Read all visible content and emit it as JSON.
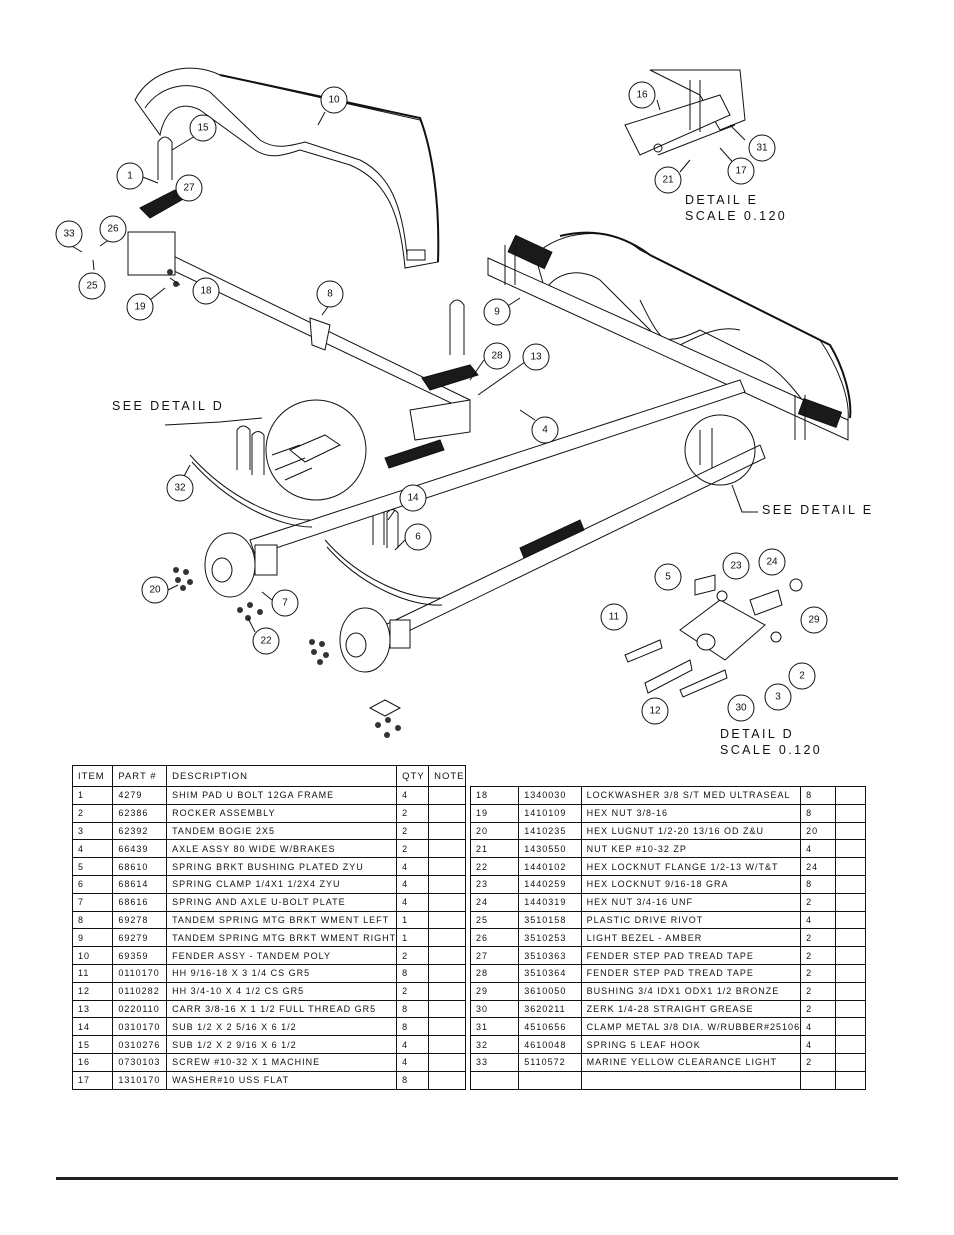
{
  "drawing": {
    "callouts": {
      "detail_d": "SEE DETAIL  D",
      "detail_e": "SEE DETAIL  E"
    },
    "detail_e": {
      "title": "DETAIL  E",
      "scale": "SCALE  0.120"
    },
    "detail_d": {
      "title": "DETAIL  D",
      "scale": "SCALE  0.120"
    },
    "balloons": [
      "1",
      "2",
      "3",
      "4",
      "5",
      "6",
      "7",
      "8",
      "9",
      "10",
      "11",
      "12",
      "13",
      "14",
      "15",
      "16",
      "17",
      "18",
      "19",
      "20",
      "21",
      "22",
      "23",
      "24",
      "25",
      "26",
      "27",
      "28",
      "29",
      "30",
      "31",
      "32",
      "33"
    ]
  },
  "bom": {
    "headers": {
      "item": "ITEM",
      "part": "PART #",
      "description": "DESCRIPTION",
      "qty": "QTY",
      "note": "NOTE"
    },
    "rows": [
      {
        "item": "1",
        "part": "4279",
        "description": "SHIM PAD   U BOLT 12GA FRAME",
        "qty": "4",
        "note": ""
      },
      {
        "item": "2",
        "part": "62386",
        "description": "ROCKER ASSEMBLY",
        "qty": "2",
        "note": ""
      },
      {
        "item": "3",
        "part": "62392",
        "description": "TANDEM BOGIE   2X5",
        "qty": "2",
        "note": ""
      },
      {
        "item": "4",
        "part": "66439",
        "description": "AXLE ASSY 80 WIDE W/BRAKES",
        "qty": "2",
        "note": ""
      },
      {
        "item": "5",
        "part": "68610",
        "description": "SPRING BRKT BUSHING PLATED ZYU",
        "qty": "4",
        "note": ""
      },
      {
        "item": "6",
        "part": "68614",
        "description": "SPRING CLAMP   1/4X1 1/2X4  ZYU",
        "qty": "4",
        "note": ""
      },
      {
        "item": "7",
        "part": "68616",
        "description": "SPRING AND AXLE U-BOLT PLATE",
        "qty": "4",
        "note": ""
      },
      {
        "item": "8",
        "part": "69278",
        "description": "TANDEM SPRING MTG BRKT WMENT LEFT",
        "qty": "1",
        "note": ""
      },
      {
        "item": "9",
        "part": "69279",
        "description": "TANDEM SPRING MTG BRKT WMENT RIGHT",
        "qty": "1",
        "note": ""
      },
      {
        "item": "10",
        "part": "69359",
        "description": "FENDER ASSY - TANDEM POLY",
        "qty": "2",
        "note": ""
      },
      {
        "item": "11",
        "part": "0110170",
        "description": "HH 9/16-18 X 3 1/4 CS GR5",
        "qty": "8",
        "note": ""
      },
      {
        "item": "12",
        "part": "0110282",
        "description": "HH 3/4-10 X 4 1/2 CS GR5",
        "qty": "2",
        "note": ""
      },
      {
        "item": "13",
        "part": "0220110",
        "description": "CARR 3/8-16 X 1 1/2 FULL THREAD GR5",
        "qty": "8",
        "note": ""
      },
      {
        "item": "14",
        "part": "0310170",
        "description": "SUB 1/2 X 2 5/16 X 6 1/2",
        "qty": "8",
        "note": ""
      },
      {
        "item": "15",
        "part": "0310276",
        "description": "SUB 1/2 X 2 9/16 X 6 1/2",
        "qty": "4",
        "note": ""
      },
      {
        "item": "16",
        "part": "0730103",
        "description": "SCREW #10-32 X 1 MACHINE",
        "qty": "4",
        "note": ""
      },
      {
        "item": "17",
        "part": "1310170",
        "description": "WASHER#10 USS FLAT",
        "qty": "8",
        "note": ""
      },
      {
        "item": "18",
        "part": "1340030",
        "description": "LOCKWASHER 3/8 S/T MED ULTRASEAL",
        "qty": "8",
        "note": ""
      },
      {
        "item": "19",
        "part": "1410109",
        "description": "HEX NUT 3/8-16",
        "qty": "8",
        "note": ""
      },
      {
        "item": "20",
        "part": "1410235",
        "description": "HEX LUGNUT 1/2-20 13/16 OD Z&U",
        "qty": "20",
        "note": ""
      },
      {
        "item": "21",
        "part": "1430550",
        "description": "NUT KEP #10-32 ZP",
        "qty": "4",
        "note": ""
      },
      {
        "item": "22",
        "part": "1440102",
        "description": "HEX LOCKNUT FLANGE 1/2-13 W/T&T",
        "qty": "24",
        "note": ""
      },
      {
        "item": "23",
        "part": "1440259",
        "description": "HEX LOCKNUT 9/16-18 GRA",
        "qty": "8",
        "note": ""
      },
      {
        "item": "24",
        "part": "1440319",
        "description": "HEX NUT 3/4-16 UNF",
        "qty": "2",
        "note": ""
      },
      {
        "item": "25",
        "part": "3510158",
        "description": "PLASTIC DRIVE RIVOT",
        "qty": "4",
        "note": ""
      },
      {
        "item": "26",
        "part": "3510253",
        "description": "LIGHT BEZEL - AMBER",
        "qty": "2",
        "note": ""
      },
      {
        "item": "27",
        "part": "3510363",
        "description": "FENDER STEP PAD TREAD TAPE",
        "qty": "2",
        "note": ""
      },
      {
        "item": "28",
        "part": "3510364",
        "description": "FENDER STEP PAD TREAD TAPE",
        "qty": "2",
        "note": ""
      },
      {
        "item": "29",
        "part": "3610050",
        "description": "BUSHING  3/4 IDX1 ODX1 1/2 BRONZE",
        "qty": "2",
        "note": ""
      },
      {
        "item": "30",
        "part": "3620211",
        "description": "ZERK  1/4-28 STRAIGHT GREASE",
        "qty": "2",
        "note": ""
      },
      {
        "item": "31",
        "part": "4510656",
        "description": "CLAMP METAL 3/8 DIA. W/RUBBER#25106",
        "qty": "4",
        "note": ""
      },
      {
        "item": "32",
        "part": "4610048",
        "description": "SPRING  5 LEAF HOOK",
        "qty": "4",
        "note": ""
      },
      {
        "item": "33",
        "part": "5110572",
        "description": "MARINE YELLOW CLEARANCE LIGHT",
        "qty": "2",
        "note": ""
      }
    ]
  }
}
